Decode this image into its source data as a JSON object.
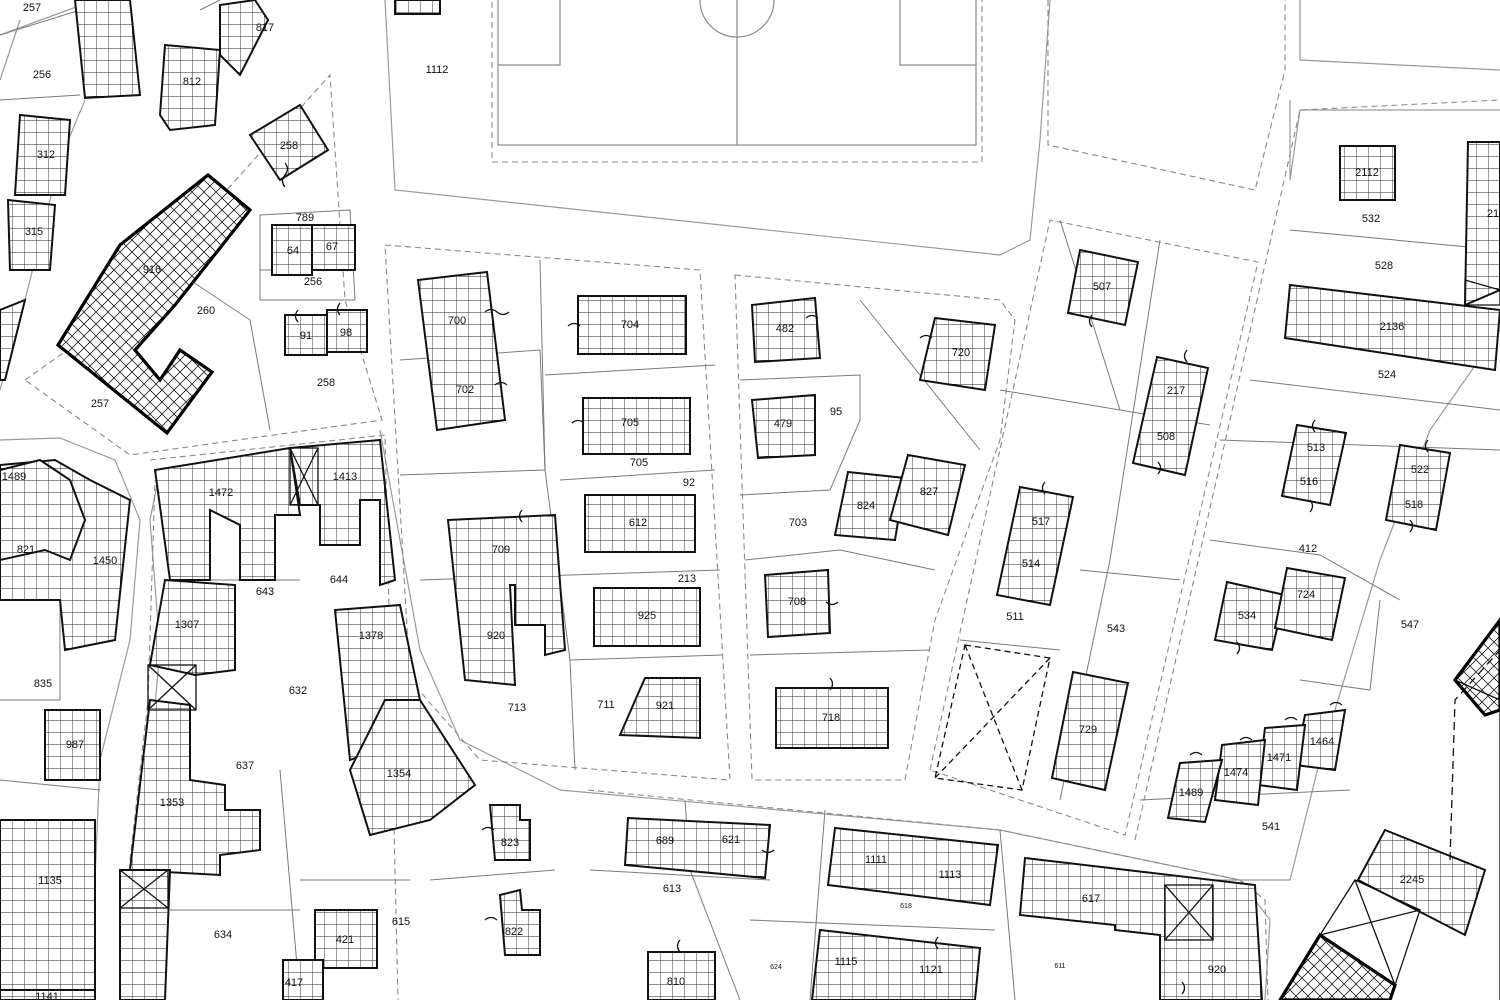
{
  "map": {
    "colors": {
      "background": "#ffffff",
      "building_stroke": "#111111",
      "road_stroke": "#9a9a9a"
    },
    "labels": [
      "257",
      "817",
      "256",
      "812",
      "312",
      "258",
      "315",
      "916",
      "789",
      "64",
      "67",
      "260",
      "256",
      "91",
      "98",
      "258",
      "257",
      "1112",
      "2112",
      "532",
      "21",
      "528",
      "2136",
      "524",
      "700",
      "704",
      "702",
      "705",
      "705",
      "92",
      "612",
      "709",
      "213",
      "925",
      "920",
      "713",
      "711",
      "921",
      "482",
      "720",
      "95",
      "479",
      "824",
      "827",
      "703",
      "708",
      "718",
      "507",
      "217",
      "508",
      "517",
      "514",
      "511",
      "543",
      "729",
      "513",
      "522",
      "516",
      "518",
      "412",
      "534",
      "724",
      "547",
      "1464",
      "1471",
      "1474",
      "1489",
      "541",
      "1489",
      "821",
      "1450",
      "1472",
      "1413",
      "643",
      "644",
      "835",
      "1307",
      "1378",
      "632",
      "987",
      "637",
      "1354",
      "1353",
      "823",
      "822",
      "1135",
      "634",
      "615",
      "421",
      "417",
      "1141",
      "689",
      "621",
      "613",
      "810",
      "624",
      "1111",
      "1113",
      "618",
      "1115",
      "1121",
      "617",
      "611",
      "920",
      "2245"
    ]
  }
}
